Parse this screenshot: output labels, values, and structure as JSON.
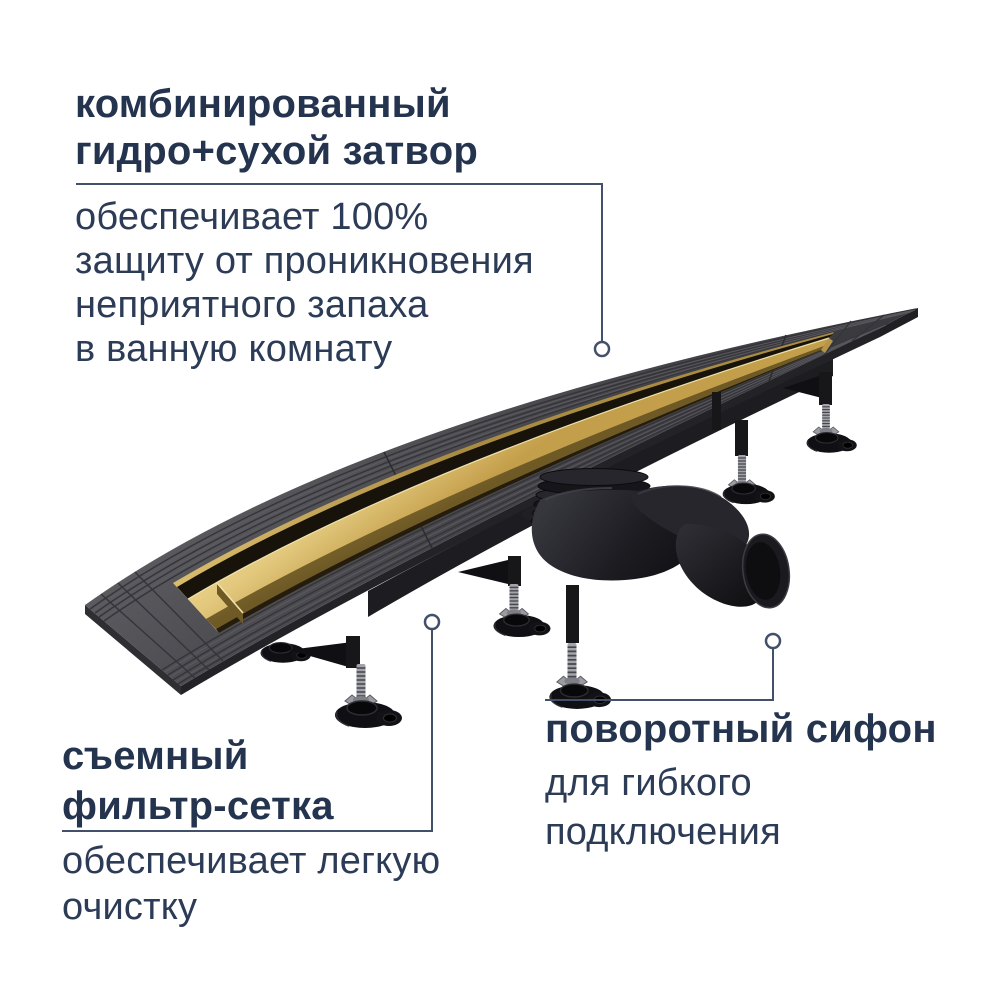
{
  "colors": {
    "background": "#ffffff",
    "title_text": "#25344e",
    "body_text": "#2c3b56",
    "callout_line": "#42506a",
    "gold_bright": "#ecd28c",
    "gold": "#cfae5c",
    "gold_dark": "#8d7435",
    "plate_gray": "#4a4a4f",
    "plate_dark": "#2a2a2e",
    "hardware_black": "#131316",
    "rod_gray": "#9b9ba1"
  },
  "callouts": {
    "seal": {
      "title_lines": [
        "комбинированный",
        "гидро+сухой затвор"
      ],
      "body_lines": [
        "обеспечивает 100%",
        "защиту от проникновения",
        "неприятного запаха",
        "в ванную комнату"
      ]
    },
    "filter": {
      "title_lines": [
        "съемный",
        "фильтр-сетка"
      ],
      "body_lines": [
        "обеспечивает легкую",
        "очистку"
      ]
    },
    "siphon": {
      "title_lines": [
        "поворотный сифон"
      ],
      "body_lines": [
        "для гибкого",
        "подключения"
      ]
    }
  }
}
